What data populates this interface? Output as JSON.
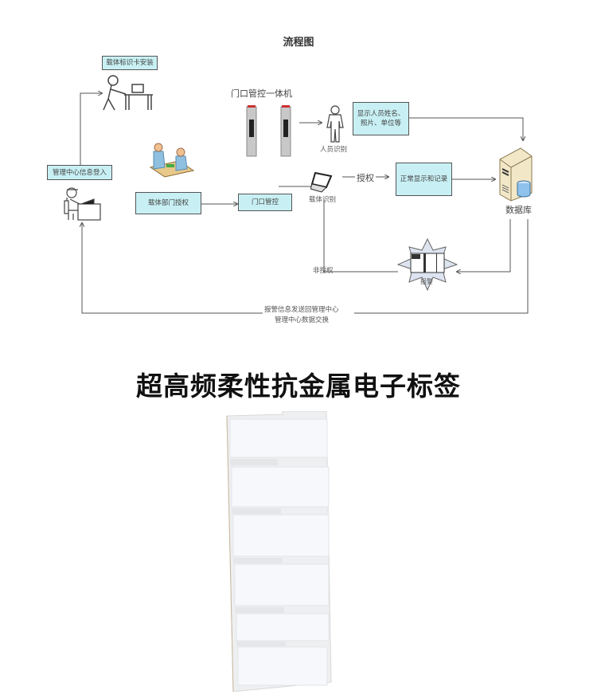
{
  "diagram": {
    "title": "流程图",
    "nodes": {
      "card_install": "载体标识卡安装",
      "center_login": "管理中心信息登入",
      "dept_auth": "载体部门授权",
      "gate_control": "门口管控",
      "display_info_line1": "显示人员姓名、",
      "display_info_line2": "照片、单位等",
      "normal_display": "正常显示和记录"
    },
    "labels": {
      "gate_machine": "门口管控一体机",
      "person_id": "人员识别",
      "carrier_id": "载体识别",
      "authorized": "授权",
      "unauthorized": "非授权",
      "alarm": "报警",
      "database": "数据库",
      "bottom_line1": "报警信息发送回管理中心",
      "bottom_line2": "管理中心数据交换"
    },
    "icons": [
      "worker-at-table-icon",
      "office-clerk-icon",
      "meeting-people-icon",
      "gate-antenna-icon",
      "person-icon",
      "laptop-icon",
      "server-database-icon",
      "alarm-star-icon"
    ],
    "colors": {
      "box_fill": "#c8f0f4",
      "line": "#555555"
    }
  },
  "product": {
    "headline": "超高频柔性抗金属电子标签",
    "image": "white-rfid-label-strip"
  }
}
